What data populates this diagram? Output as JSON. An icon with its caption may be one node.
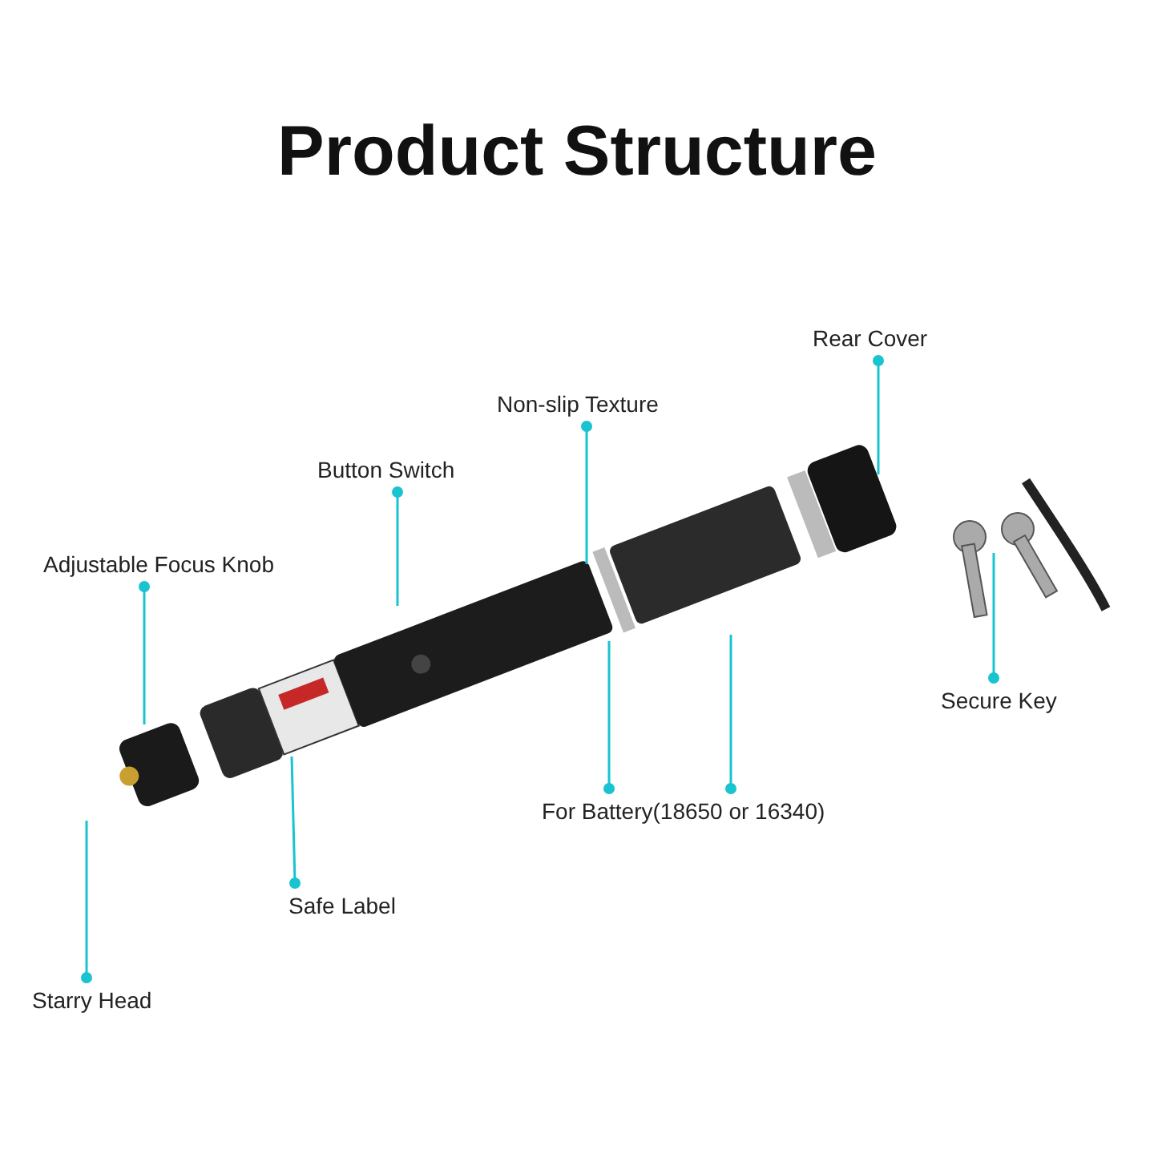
{
  "diagram": {
    "title": "Product Structure",
    "nodes": [
      {
        "text": [
          "Rear Cover"
        ]
      },
      {
        "text": [
          "Non-slip Texture"
        ]
      },
      {
        "text": [
          "Button Switch"
        ]
      },
      {
        "text": [
          "Adjustable Focus Knob"
        ]
      },
      {
        "text": [
          "Secure Key"
        ]
      },
      {
        "text": [
          "For Battery(18650 or 16340)"
        ]
      },
      {
        "text": [
          "Safe Label"
        ]
      },
      {
        "text": [
          "Starry Head"
        ]
      }
    ],
    "edges": [
      {
        "from": 0,
        "to": null,
        "arrow": "other"
      },
      {
        "from": 1,
        "to": null,
        "arrow": "other"
      },
      {
        "from": 2,
        "to": null,
        "arrow": "other"
      },
      {
        "from": 3,
        "to": null,
        "arrow": "other"
      },
      {
        "from": 4,
        "to": null,
        "arrow": "other"
      },
      {
        "from": 5,
        "to": null,
        "arrow": "other"
      },
      {
        "from": 5,
        "to": null,
        "arrow": "other"
      },
      {
        "from": 6,
        "to": null,
        "arrow": "other"
      },
      {
        "from": 7,
        "to": null,
        "arrow": "other"
      }
    ]
  }
}
